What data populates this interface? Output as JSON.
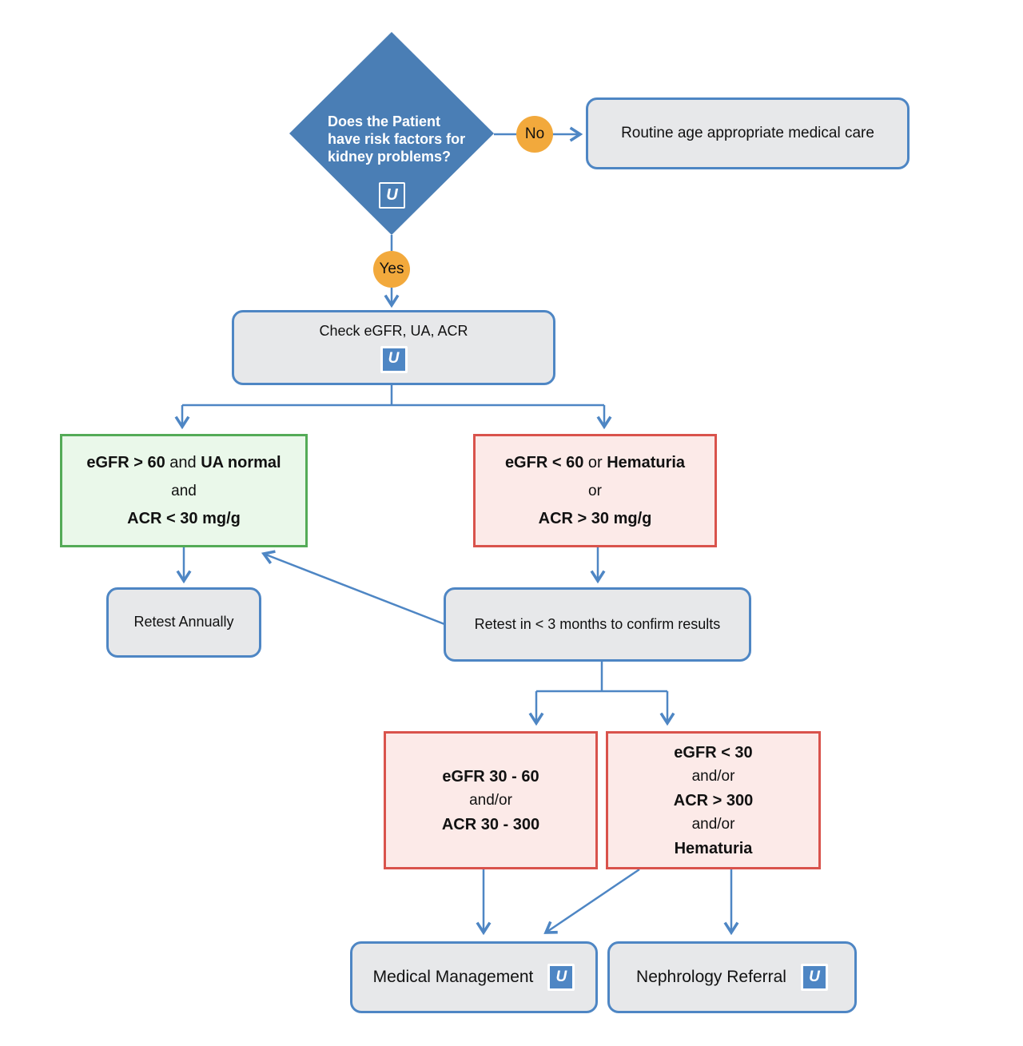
{
  "colors": {
    "accent": "#4e86c4",
    "diamond": "#4a7eb5",
    "gray": "#e7e8ea",
    "orange": "#f2a93c",
    "green_border": "#54ab57",
    "green_fill": "#eaf8ea",
    "red_border": "#d9534c",
    "red_fill": "#fceae8",
    "text": "#111111"
  },
  "decision": {
    "line1": "Does the Patient",
    "line2": "have risk factors for",
    "line3": "kidney problems?",
    "icon": "U"
  },
  "edge_labels": {
    "no": "No",
    "yes": "Yes"
  },
  "nodes": {
    "routine": {
      "label": "Routine age appropriate medical care"
    },
    "check": {
      "label": "Check eGFR, UA, ACR",
      "icon": "U"
    },
    "normal_results": {
      "line1_a": "eGFR > 60",
      "line1_b": " and ",
      "line1_c": "UA normal",
      "line2": "and",
      "line3": "ACR < 30 mg/g"
    },
    "abnormal_results": {
      "line1_a": "eGFR < 60",
      "line1_b": " or ",
      "line1_c": "Hematuria",
      "line2": "or",
      "line3": "ACR > 30 mg/g"
    },
    "retest_annually": {
      "label": "Retest Annually"
    },
    "retest_confirm": {
      "label": "Retest in < 3 months to confirm results"
    },
    "moderate": {
      "line1": "eGFR 30 - 60",
      "line2": "and/or",
      "line3": "ACR 30 - 300"
    },
    "severe": {
      "line1": "eGFR < 30",
      "line2": "and/or",
      "line3": "ACR > 300",
      "line4": "and/or",
      "line5": "Hematuria"
    },
    "medical": {
      "label": "Medical Management",
      "icon": "U"
    },
    "nephrology": {
      "label": "Nephrology Referral",
      "icon": "U"
    }
  }
}
